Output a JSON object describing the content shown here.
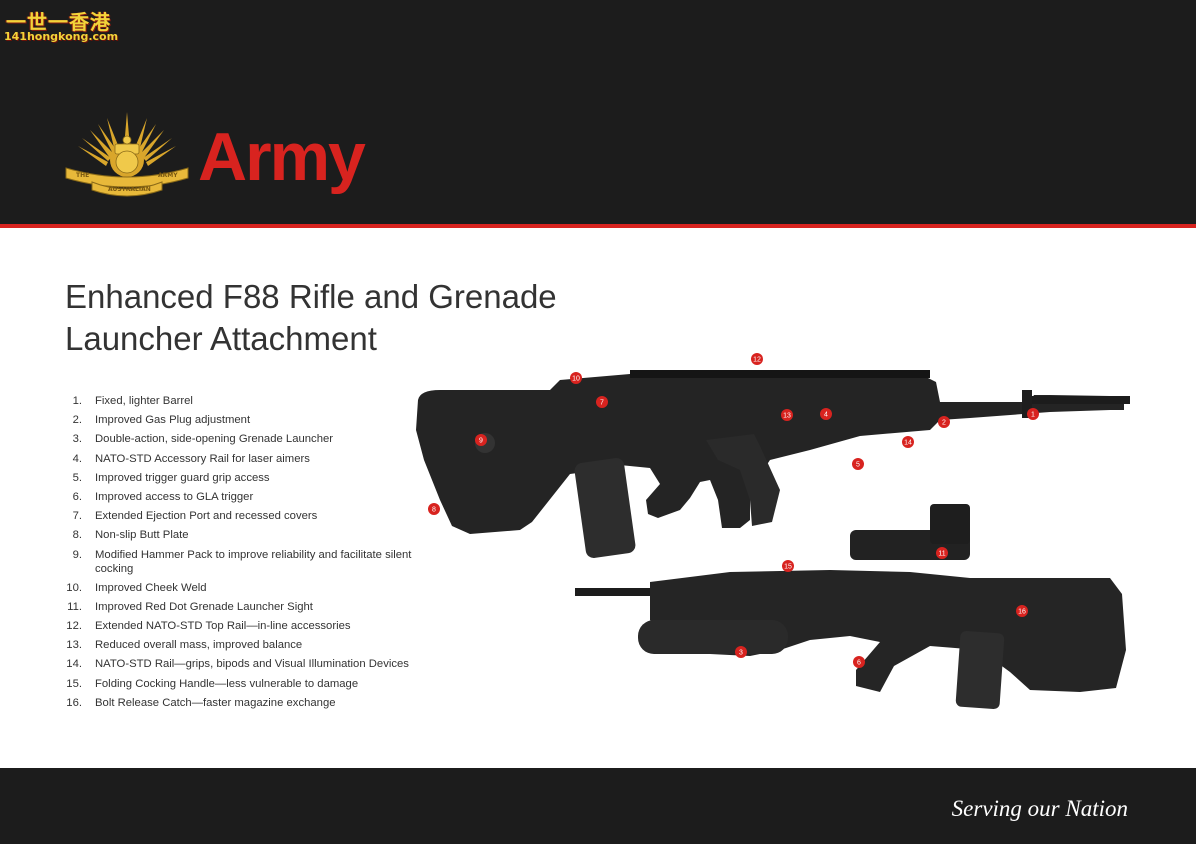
{
  "watermark": {
    "line1": "一世一香港",
    "line2": "141hongkong.com"
  },
  "header": {
    "brand": "Army",
    "emblem": "rising-sun-badge"
  },
  "title": {
    "line1": "Enhanced F88 Rifle and Grenade",
    "line2": "Launcher Attachment"
  },
  "features": [
    {
      "num": "1.",
      "text": "Fixed, lighter Barrel"
    },
    {
      "num": "2.",
      "text": "Improved Gas Plug adjustment"
    },
    {
      "num": "3.",
      "text": "Double-action, side-opening Grenade Launcher"
    },
    {
      "num": "4.",
      "text": "NATO-STD Accessory Rail for laser aimers"
    },
    {
      "num": "5.",
      "text": "Improved trigger guard grip access"
    },
    {
      "num": "6.",
      "text": "Improved access to GLA trigger"
    },
    {
      "num": "7.",
      "text": "Extended Ejection Port and recessed covers"
    },
    {
      "num": "8.",
      "text": "Non-slip Butt Plate"
    },
    {
      "num": "9.",
      "text": "Modified Hammer Pack to improve reliability and facilitate silent cocking"
    },
    {
      "num": "10.",
      "text": "Improved Cheek Weld"
    },
    {
      "num": "11.",
      "text": "Improved Red Dot Grenade Launcher Sight"
    },
    {
      "num": "12.",
      "text": "Extended NATO-STD Top Rail—in-line accessories"
    },
    {
      "num": "13.",
      "text": "Reduced overall mass, improved balance"
    },
    {
      "num": "14.",
      "text": "NATO-STD Rail—grips, bipods and Visual Illumination Devices"
    },
    {
      "num": "15.",
      "text": "Folding Cocking Handle—less vulnerable to damage"
    },
    {
      "num": "16.",
      "text": "Bolt Release Catch—faster magazine exchange"
    }
  ],
  "callouts": [
    "1",
    "2",
    "3",
    "4",
    "5",
    "6",
    "7",
    "8",
    "9",
    "10",
    "11",
    "12",
    "13",
    "14",
    "15",
    "16"
  ],
  "footer": {
    "slogan": "Serving our Nation"
  },
  "colors": {
    "dark": "#1c1c1c",
    "accent_red": "#d8231f",
    "text": "#333333"
  }
}
